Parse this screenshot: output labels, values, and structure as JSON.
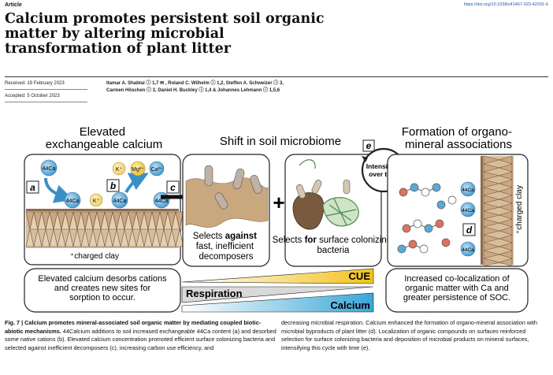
{
  "header": {
    "article_label": "Article",
    "doi": "https://doi.org/10.1038/s41467-023-42291-6",
    "title": "Calcium promotes persistent soil organic matter by altering microbial transformation of plant litter"
  },
  "meta": {
    "received": "Received: 19 February 2023",
    "accepted": "Accepted: 5 October 2023",
    "authors_line1": "Itamar A. Shabtai ⓘ 1,7 ✉ , Roland C. Wilhelm ⓘ 1,2, Steffen A. Schweizer ⓘ 3,",
    "authors_line2": "Carmen Höschen ⓘ 3, Daniel H. Buckley ⓘ 1,4 & Johannes Lehmann ⓘ 1,5,6"
  },
  "figure": {
    "panel_left_title_1": "Elevated",
    "panel_left_title_2": "exchangeable calcium",
    "panel_mid_title": "Shift in soil microbiome",
    "panel_right_title_1": "Formation of organo-",
    "panel_right_title_2": "mineral associations",
    "label_a": "a",
    "label_b": "b",
    "label_c": "c",
    "label_d": "d",
    "label_e": "e",
    "ion_44ca": "44Ca",
    "ion_k": "K⁺",
    "ion_mg": "Mg²⁺",
    "ion_ca": "Ca²⁺",
    "charged_clay": "⁺charged clay",
    "charged_clay_right": "⁺charged clay",
    "intensifies": "Intensifies over time",
    "selects_against": "Selects against fast, inefficient decomposers",
    "selects_for": "Selects for surface colonizing bacteria",
    "bottom_left": "Elevated calcium desorbs cations and creates new sites for sorption to occur.",
    "bottom_right": "Increased co-localization of organic matter with Ca and greater persistence of SOC.",
    "cue": "CUE",
    "respiration": "Respiration",
    "calcium": "Calcium"
  },
  "caption": {
    "left": "Fig. 7 | Calcium promotes mineral-associated soil organic matter by mediating coupled biotic-abiotic mechanisms. 44Calcium additions to soil increased exchangeable 44Ca content (a) and desorbed some native cations (b). Elevated calcium concentration promoted efficient surface colonizing bacteria and selected against inefficient decomposers (c), increasing carbon use efficiency, and",
    "right": "decreasing microbial respiration. Calcium enhanced the formation of organo-mineral association with microbial byproducts of plant litter (d). Localization of organic compounds on surfaces reinforced selection for surface colonizing bacteria and deposition of microbial products on mineral surfaces, intensifying this cycle with time (e)."
  },
  "colors": {
    "clay": "#c9a783",
    "clay_dark": "#8a6a4e",
    "calcium_blue": "#5aa9d6",
    "cue_yellow": "#f0c419",
    "grey_panel": "#d9d9d9",
    "soil_brown": "#9c7a5c"
  }
}
